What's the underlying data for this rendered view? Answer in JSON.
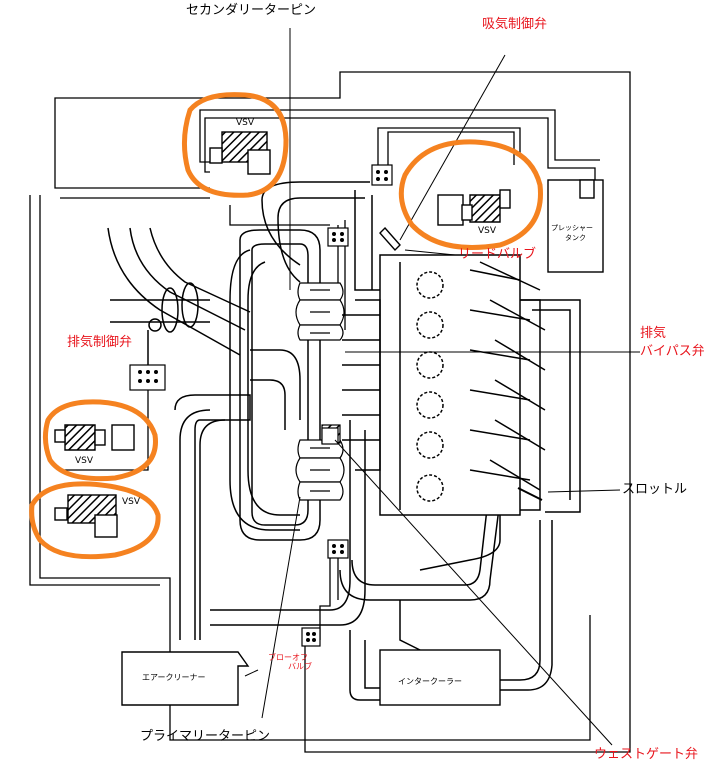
{
  "labels": {
    "secondary_turbine": "セカンダリーターピン",
    "intake_control_valve": "吸気制御弁",
    "reed_valve": "リードバルブ",
    "exhaust_control_valve": "排気制御弁",
    "exhaust_bypass_valve_line1": "排気",
    "exhaust_bypass_valve_line2": "バイパス弁",
    "throttle": "スロットル",
    "wastegate_valve": "ウェストゲート弁",
    "primary_turbine": "プライマリーターピン",
    "blow_off_valve_line1": "ブローオフ",
    "blow_off_valve_line2": "バルブ",
    "air_cleaner": "エアークリーナー",
    "intercooler": "インタークーラー",
    "pressure_tank_line1": "プレッシャー",
    "pressure_tank_line2": "タンク",
    "vsv_top_left": "VSV",
    "vsv_top_right": "VSV",
    "vsv_mid_left": "VSV",
    "vsv_bottom_left": "VSV"
  },
  "colors": {
    "highlight": "#f58220",
    "label_red": "#e8141c",
    "line": "#000000"
  }
}
